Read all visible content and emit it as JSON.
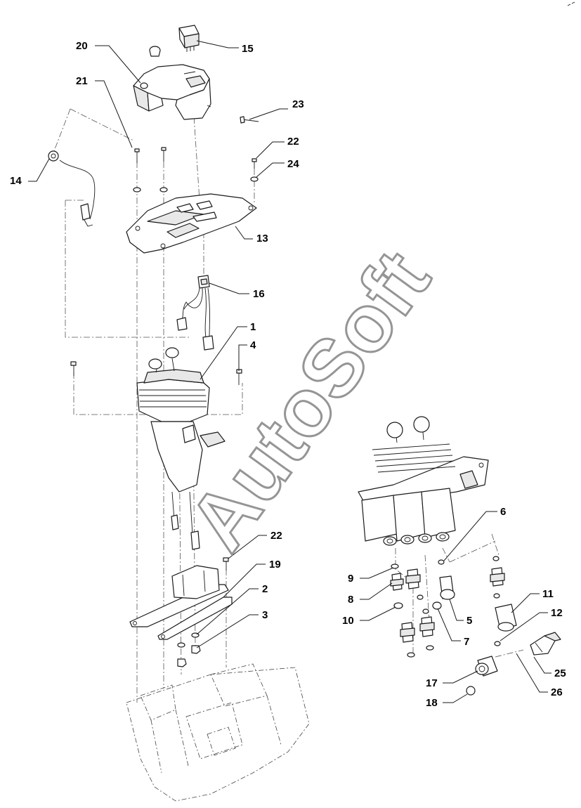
{
  "watermark": "AutoSoft",
  "callouts": {
    "c1": "1",
    "c2": "2",
    "c3": "3",
    "c4": "4",
    "c5": "5",
    "c6": "6",
    "c7": "7",
    "c8": "8",
    "c9": "9",
    "c10": "10",
    "c11": "11",
    "c12": "12",
    "c13": "13",
    "c14": "14",
    "c15": "15",
    "c16": "16",
    "c17": "17",
    "c18": "18",
    "c19": "19",
    "c20": "20",
    "c21": "21",
    "c22a": "22",
    "c22b": "22",
    "c23": "23",
    "c24": "24",
    "c25": "25",
    "c26": "26"
  }
}
